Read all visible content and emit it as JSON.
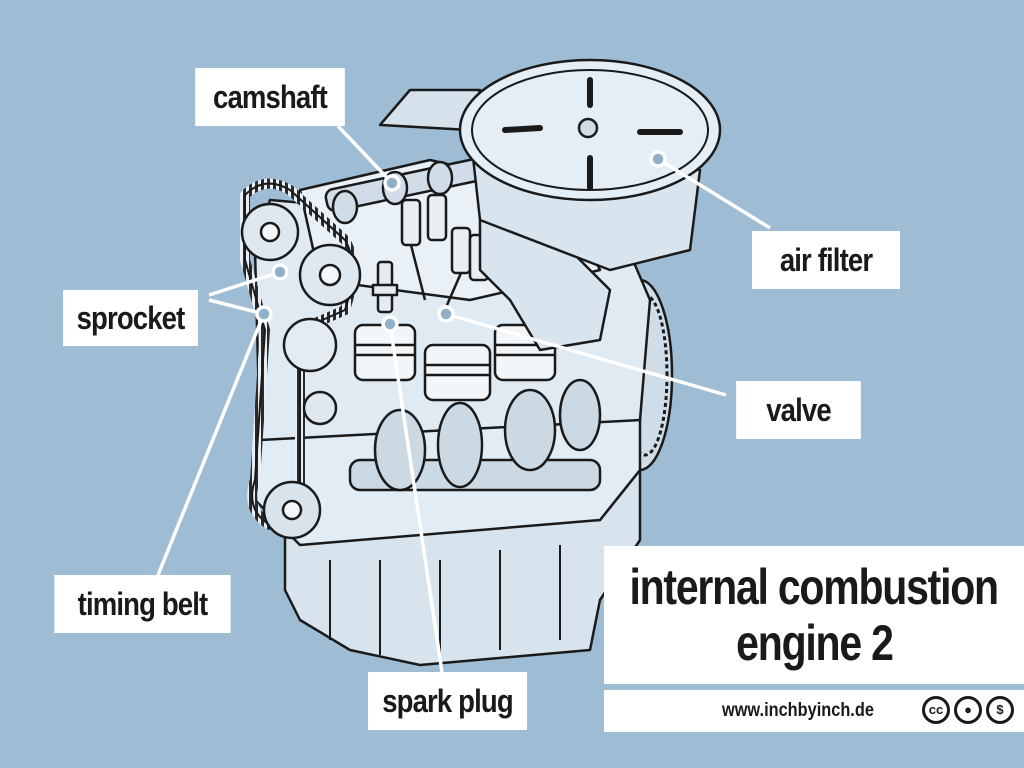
{
  "labels": {
    "camshaft": "camshaft",
    "air_filter": "air filter",
    "sprocket": "sprocket",
    "valve": "valve",
    "timing_belt": "timing belt",
    "spark_plug": "spark plug"
  },
  "title": {
    "line1": "internal combustion",
    "line2": "engine 2"
  },
  "footer": {
    "website": "www.inchbyinch.de",
    "license_icons": [
      "cc-icon",
      "by-icon",
      "nc-icon"
    ]
  },
  "colors": {
    "background": "#9ebdd4",
    "label_bg": "#ffffff",
    "engine_fill": "#dfeaf3",
    "ink": "#1a1a1a"
  }
}
